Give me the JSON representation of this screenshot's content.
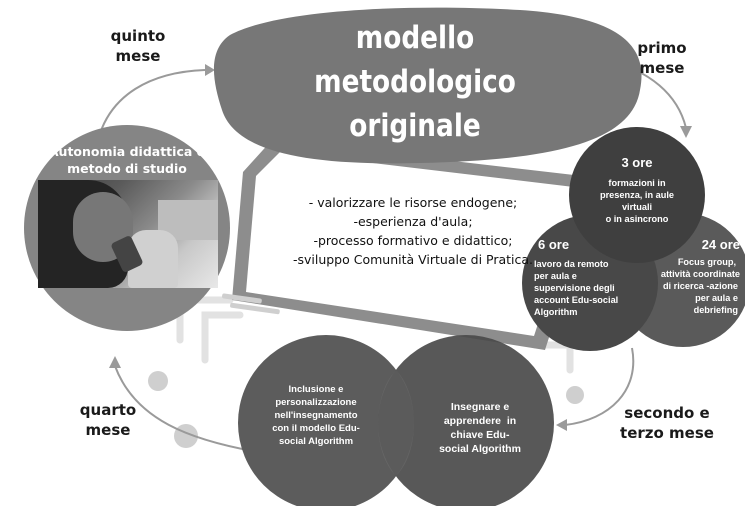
{
  "title": [
    "modello",
    "metodologico",
    "originale"
  ],
  "tablet_lines": [
    "- valorizzare le risorse endogene;",
    "-esperienza d'aula;",
    "-processo formativo e didattico;",
    "-sviluppo Comunità Virtuale di Pratica."
  ],
  "months": {
    "primo": [
      "primo",
      "mese"
    ],
    "secondo_terzo": [
      "secondo e",
      "terzo mese"
    ],
    "quarto": [
      "quarto",
      "mese"
    ],
    "quinto": [
      "quinto",
      "mese"
    ]
  },
  "autonomia": [
    "Autonomia didattica e",
    "metodo di studio"
  ],
  "circles": {
    "tre_ore": {
      "hours": "3 ore",
      "lines": [
        "formazioni in",
        "presenza, in aule",
        "virtuali",
        "o in asincrono"
      ]
    },
    "sei_ore": {
      "hours": "6 ore",
      "lines": [
        "lavoro da remoto",
        "per aula e",
        "supervisione degli",
        "account Edu-social",
        "Algorithm"
      ]
    },
    "ventiquattro_ore": {
      "hours": "24 ore",
      "lines": [
        "Focus group,",
        "attività coordinate",
        "di ricerca -azione",
        "per aula e",
        "debriefing"
      ]
    }
  },
  "inclusione": [
    "Inclusione e",
    "personalizzazione",
    "nell'insegnamento",
    "con il modello Edu-",
    "social Algorithm"
  ],
  "insegnare": [
    "Insegnare e",
    "apprendere  in",
    "chiave Edu-",
    "social Algorithm"
  ],
  "colors": {
    "title_blob": "#777777",
    "circle_dark": "#3f3f3f",
    "circle_mid": "#5a5a5a",
    "autonomia_circle": "#858585",
    "arrow": "#9a9a9a",
    "tablet_frame": "#8d8d8d",
    "circuit": "#dedede"
  }
}
